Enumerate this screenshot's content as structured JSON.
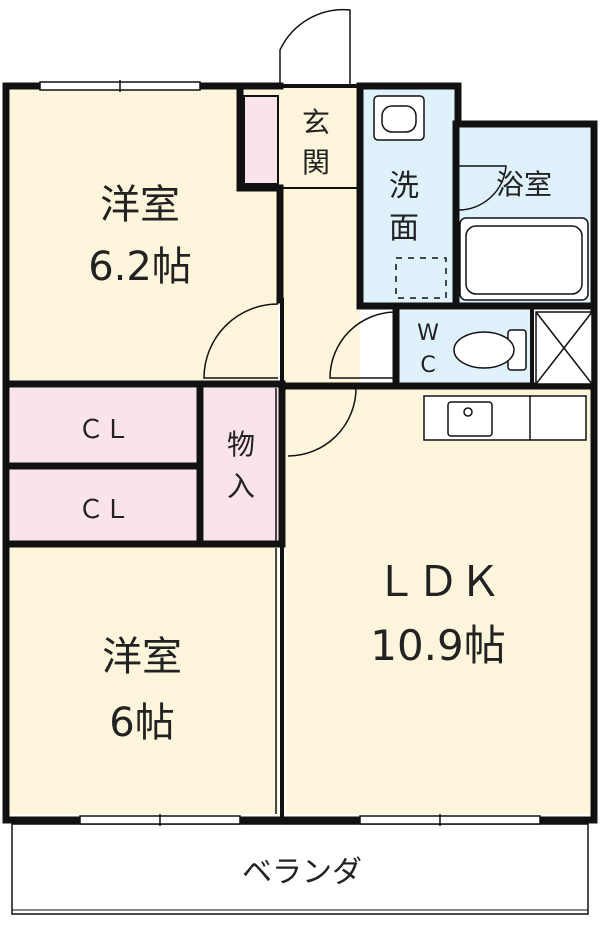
{
  "rooms": {
    "western_top": {
      "name": "洋室",
      "size": "6.2帖"
    },
    "western_bottom": {
      "name": "洋室",
      "size": "6帖"
    },
    "ldk": {
      "name": "ＬＤＫ",
      "size": "10.9帖"
    },
    "closet_top": {
      "name": "ＣＬ"
    },
    "closet_bottom": {
      "name": "ＣＬ"
    },
    "storage": {
      "line1": "物",
      "line2": "入"
    },
    "entrance": {
      "line1": "玄",
      "line2": "関"
    },
    "washroom": {
      "line1": "洗",
      "line2": "面"
    },
    "bathroom": {
      "name": "浴室"
    },
    "toilet": {
      "line1": "W",
      "line2": "C"
    },
    "veranda": {
      "name": "ベランダ"
    }
  },
  "colors": {
    "wall": "#111111",
    "room_floor": "#fdf6dc",
    "closet": "#fbe3ea",
    "wet_area": "#dff1fb",
    "veranda": "#ffffff"
  }
}
